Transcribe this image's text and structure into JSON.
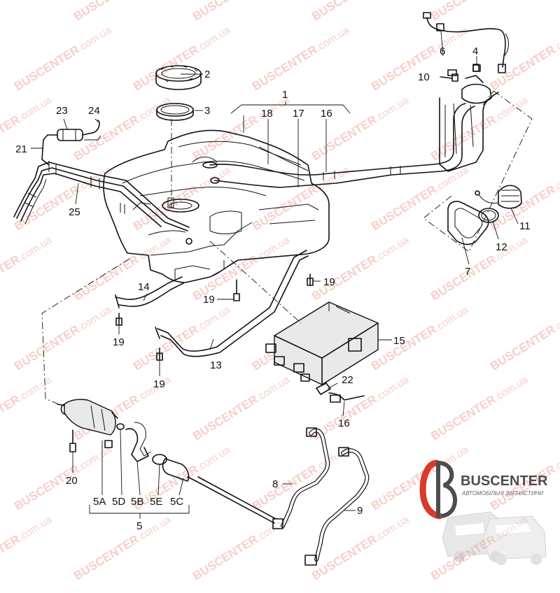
{
  "diagram": {
    "callouts": [
      "1",
      "2",
      "3",
      "4",
      "5",
      "5A",
      "5B",
      "5C",
      "5D",
      "5E",
      "6",
      "7",
      "8",
      "9",
      "10",
      "11",
      "12",
      "13",
      "14",
      "15",
      "16",
      "16",
      "17",
      "18",
      "19",
      "19",
      "19",
      "19",
      "20",
      "21",
      "22",
      "23",
      "24",
      "25"
    ]
  },
  "watermark": {
    "brand": "BUSCENTER",
    "domain": ".com.ua"
  },
  "logo": {
    "name": "BUSCENTER",
    "subtitle": "АВТОМОБІЛЬНІ ЗАПЧАСТИНИ",
    "accent_color": "#d93a2b"
  }
}
